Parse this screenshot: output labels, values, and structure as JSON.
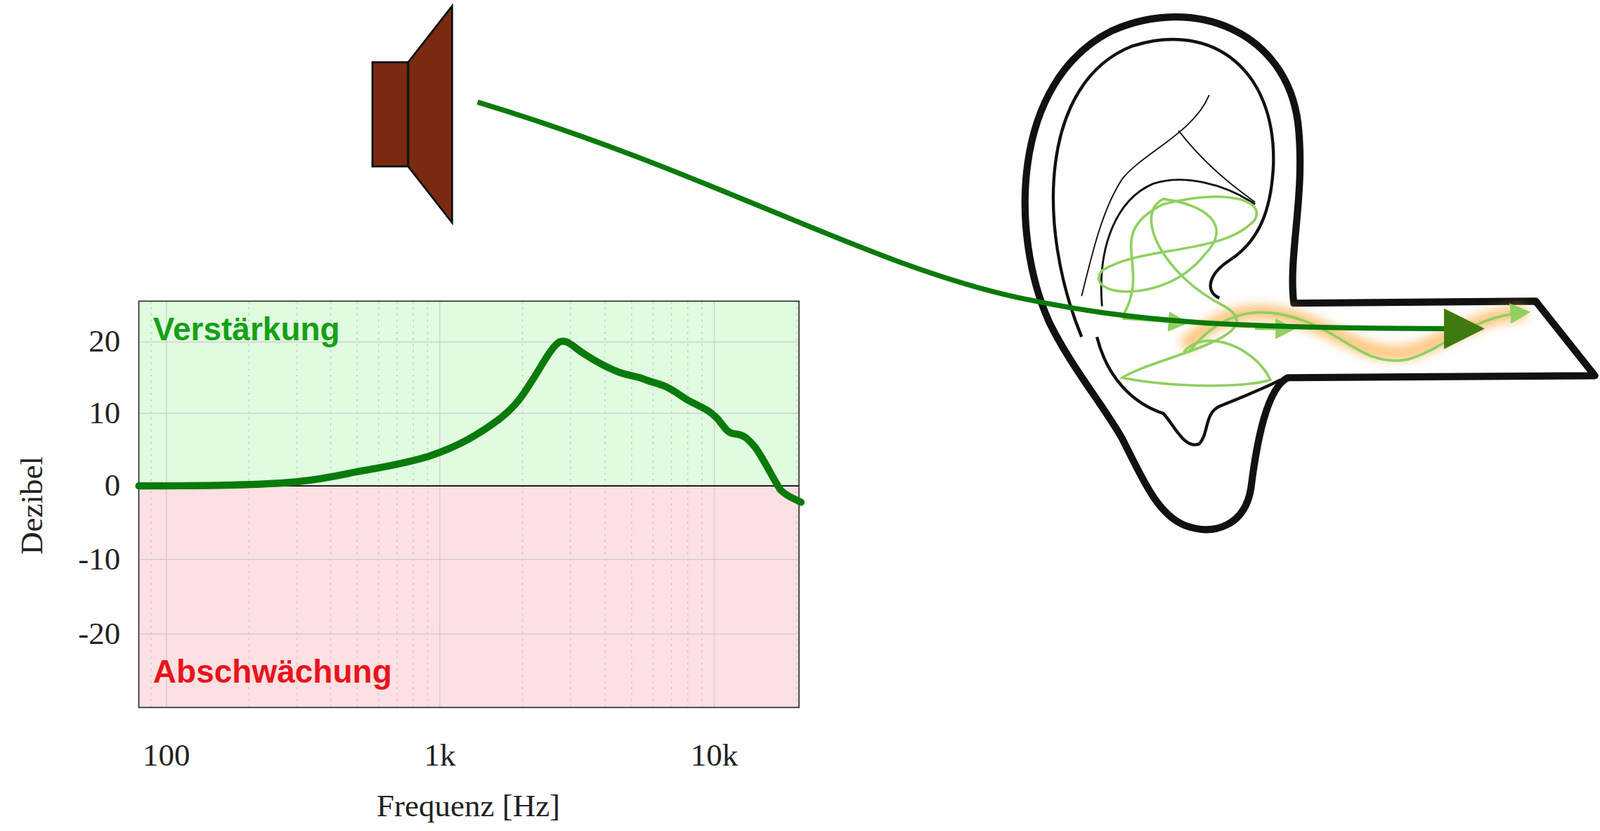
{
  "diagram": {
    "nodes": [
      {
        "text": [
          "Verstärkung"
        ]
      },
      {
        "text": [
          "Abschwächung"
        ]
      }
    ],
    "labels": [
      "20",
      "10",
      "0",
      "-10",
      "-20",
      "Dezibel",
      "100",
      "1k",
      "10k",
      "Frequenz [Hz]"
    ]
  }
}
